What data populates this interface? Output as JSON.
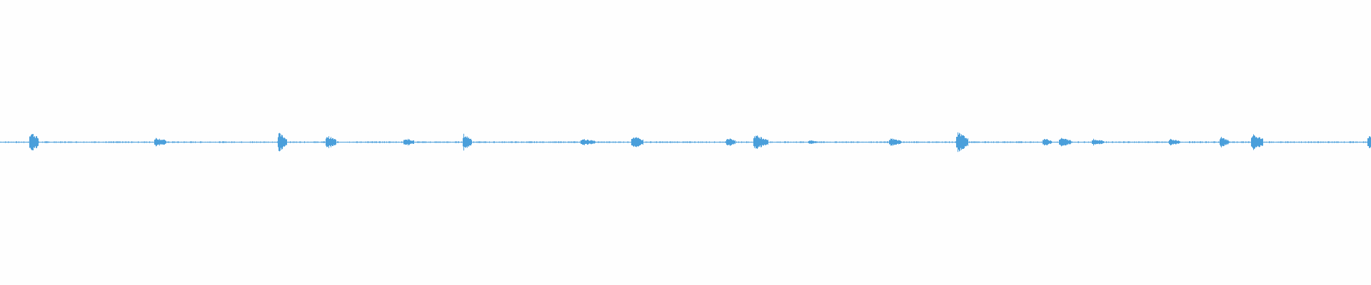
{
  "waveform": {
    "color": "#4a9fdb",
    "background": "#fefefe",
    "baseline_amplitude": 0.006,
    "peak_range": [
      0.0,
      1.0
    ],
    "bursts": [
      {
        "t": 0.022,
        "amp": 0.08,
        "len": 0.006
      },
      {
        "t": 0.113,
        "amp": 0.035,
        "len": 0.008
      },
      {
        "t": 0.203,
        "amp": 0.07,
        "len": 0.006
      },
      {
        "t": 0.238,
        "amp": 0.05,
        "len": 0.007
      },
      {
        "t": 0.295,
        "amp": 0.03,
        "len": 0.007
      },
      {
        "t": 0.338,
        "amp": 0.06,
        "len": 0.006
      },
      {
        "t": 0.424,
        "amp": 0.025,
        "len": 0.01
      },
      {
        "t": 0.461,
        "amp": 0.045,
        "len": 0.008
      },
      {
        "t": 0.53,
        "amp": 0.035,
        "len": 0.006
      },
      {
        "t": 0.55,
        "amp": 0.055,
        "len": 0.01
      },
      {
        "t": 0.59,
        "amp": 0.015,
        "len": 0.006
      },
      {
        "t": 0.649,
        "amp": 0.03,
        "len": 0.008
      },
      {
        "t": 0.698,
        "amp": 0.075,
        "len": 0.008
      },
      {
        "t": 0.761,
        "amp": 0.03,
        "len": 0.006
      },
      {
        "t": 0.773,
        "amp": 0.035,
        "len": 0.008
      },
      {
        "t": 0.797,
        "amp": 0.025,
        "len": 0.008
      },
      {
        "t": 0.853,
        "amp": 0.025,
        "len": 0.007
      },
      {
        "t": 0.89,
        "amp": 0.04,
        "len": 0.006
      },
      {
        "t": 0.913,
        "amp": 0.06,
        "len": 0.008
      },
      {
        "t": 0.998,
        "amp": 0.055,
        "len": 0.003
      }
    ]
  }
}
